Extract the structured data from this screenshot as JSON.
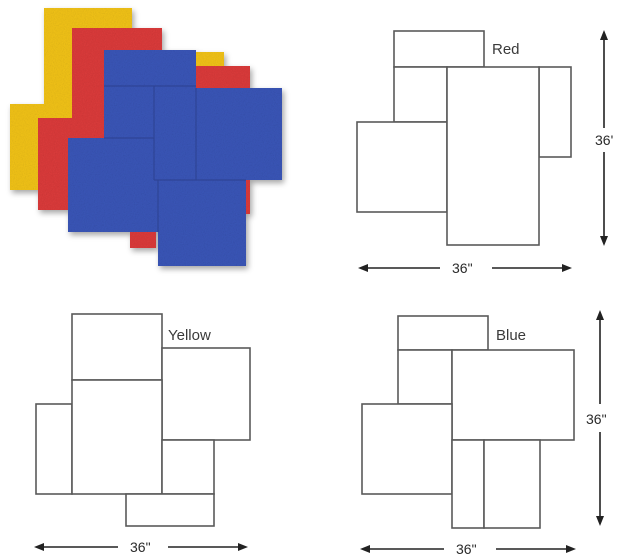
{
  "photo": {
    "description": "stamped-concrete-mats",
    "colors": {
      "yellow": "#f2c318",
      "red": "#dc3b3b",
      "blue": "#3a56b8"
    }
  },
  "patterns": {
    "red": {
      "label": "Red",
      "width_dim": "36\"",
      "height_dim": "36'"
    },
    "yellow": {
      "label": "Yellow",
      "width_dim": "36\""
    },
    "blue": {
      "label": "Blue",
      "width_dim": "36\"",
      "height_dim": "36\""
    }
  }
}
